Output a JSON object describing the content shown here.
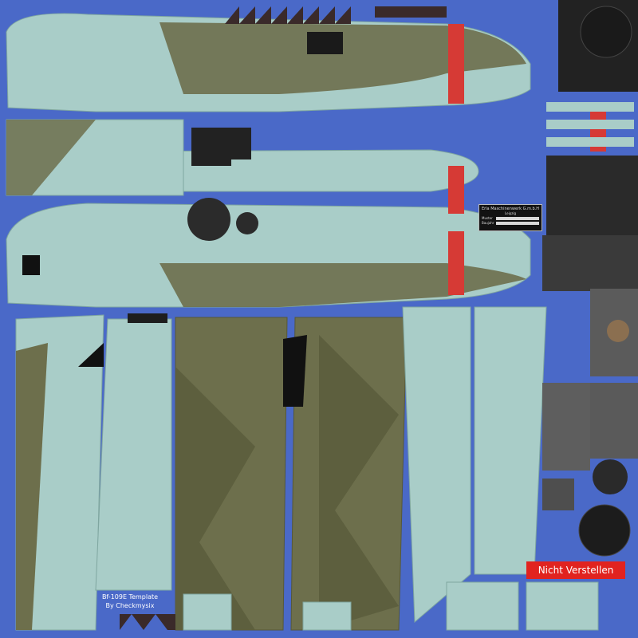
{
  "sheet": {
    "title_line1": "Bf-109E Template",
    "title_line2": "By Checkmysix"
  },
  "warning_label": {
    "text": "Nicht Verstellen"
  },
  "data_plate": {
    "maker": "Erla Maschinenwerk G.m.b.H",
    "city": "Leipzig",
    "row1": "Muster",
    "row2": "Baujahr"
  },
  "colors": {
    "background": "#4a69c8",
    "light_blue_grey": "#a9cdc8",
    "camo_green": "#6d6f4c",
    "red_band": "#d63a35",
    "warning_red": "#e1231f"
  }
}
